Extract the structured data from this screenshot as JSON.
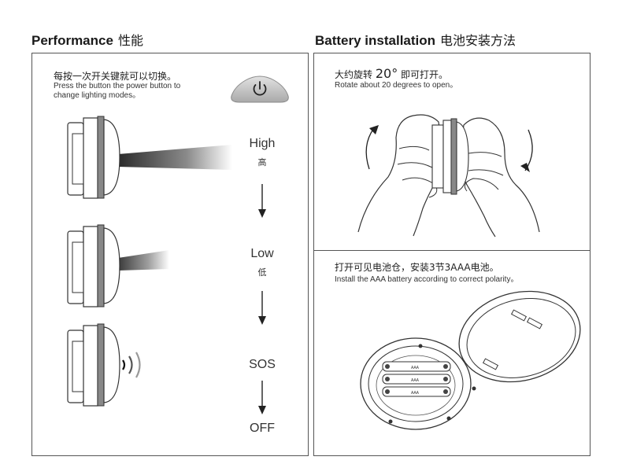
{
  "performance": {
    "title_en": "Performance",
    "title_cn": "性能",
    "instruction_cn": "每按一次开关键就可以切换。",
    "instruction_en_line1": "Press the button the power button to",
    "instruction_en_line2": "change lighting modes。",
    "power_icon": "power-icon",
    "modes": [
      {
        "en": "High",
        "cn": "高"
      },
      {
        "en": "Low",
        "cn": "低"
      },
      {
        "en": "SOS",
        "cn": ""
      },
      {
        "en": "OFF",
        "cn": ""
      }
    ]
  },
  "battery": {
    "title_en": "Battery installation",
    "title_cn": "电池安装方法",
    "rotate_cn_pre": "大约旋转",
    "rotate_value": "20°",
    "rotate_cn_post": "即可打开。",
    "rotate_en": "Rotate about 20 degrees to open。",
    "install_cn": "打开可见电池仓，安装3节3AAA电池。",
    "install_en": "Install the AAA battery according to correct polarity。",
    "battery_labels": [
      "AAA",
      "AAA",
      "AAA"
    ]
  }
}
